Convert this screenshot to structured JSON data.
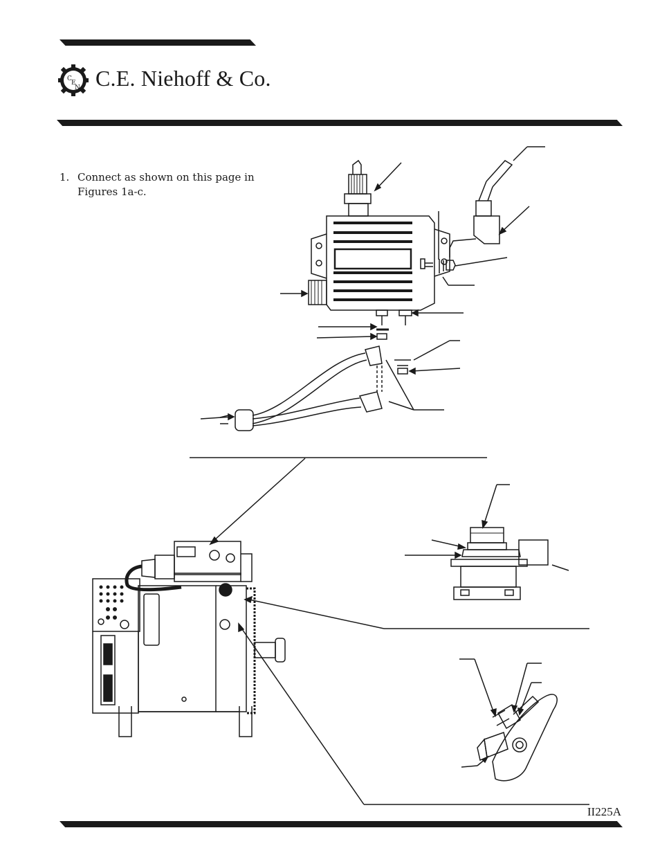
{
  "header": {
    "company_name": "C.E. Niehoff & Co.",
    "logo_letters": [
      "C",
      "E",
      "N"
    ]
  },
  "instructions": {
    "items": [
      {
        "number": "1.",
        "text": "Connect as shown on this page in Figures 1a-c."
      }
    ]
  },
  "footer": {
    "doc_code": "II225A"
  },
  "colors": {
    "ink": "#1a1a1a",
    "paper": "#ffffff"
  }
}
